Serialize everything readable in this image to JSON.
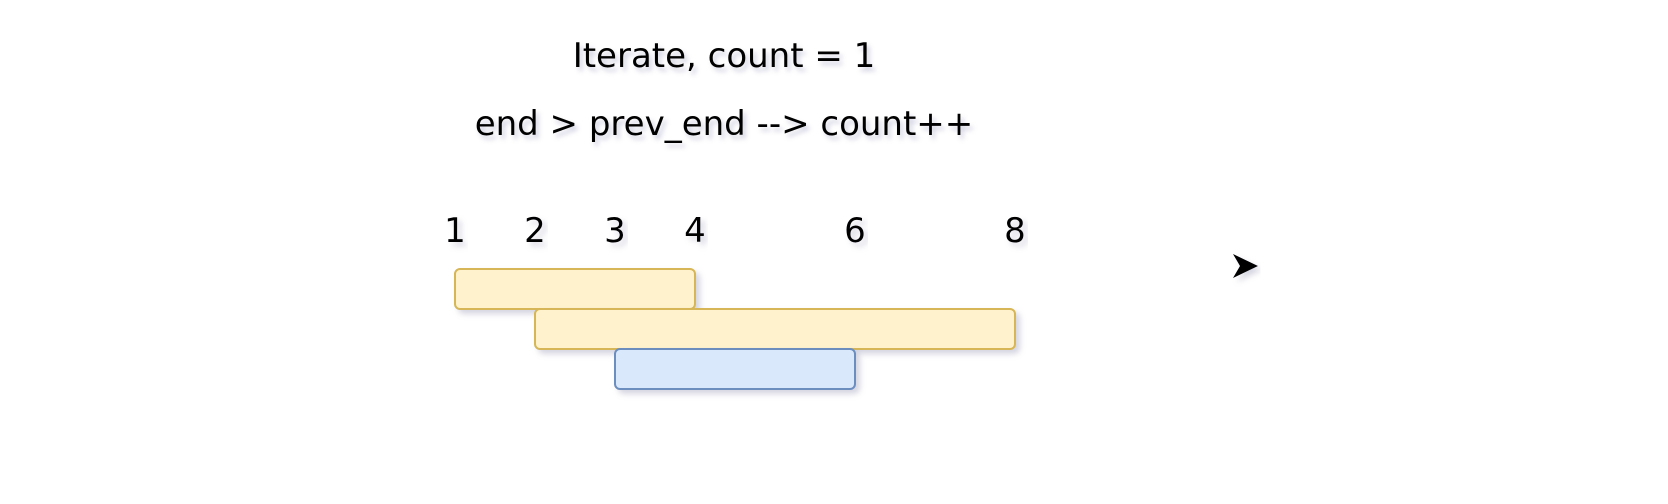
{
  "title": "Iterate, count = 1",
  "rule": "end > prev_end --> count++",
  "axis": {
    "ticks": [
      "1",
      "2",
      "3",
      "4",
      "6",
      "8"
    ]
  },
  "intervals": [
    {
      "start": 1,
      "end": 4,
      "fill": "#fff2cc",
      "stroke": "#d6b656"
    },
    {
      "start": 2,
      "end": 8,
      "fill": "#fff2cc",
      "stroke": "#d6b656"
    },
    {
      "start": 3,
      "end": 6,
      "fill": "#dae8fc",
      "stroke": "#6c8ebf"
    }
  ],
  "colors": {
    "axis": "#000000",
    "shadow": "#8888aa"
  }
}
